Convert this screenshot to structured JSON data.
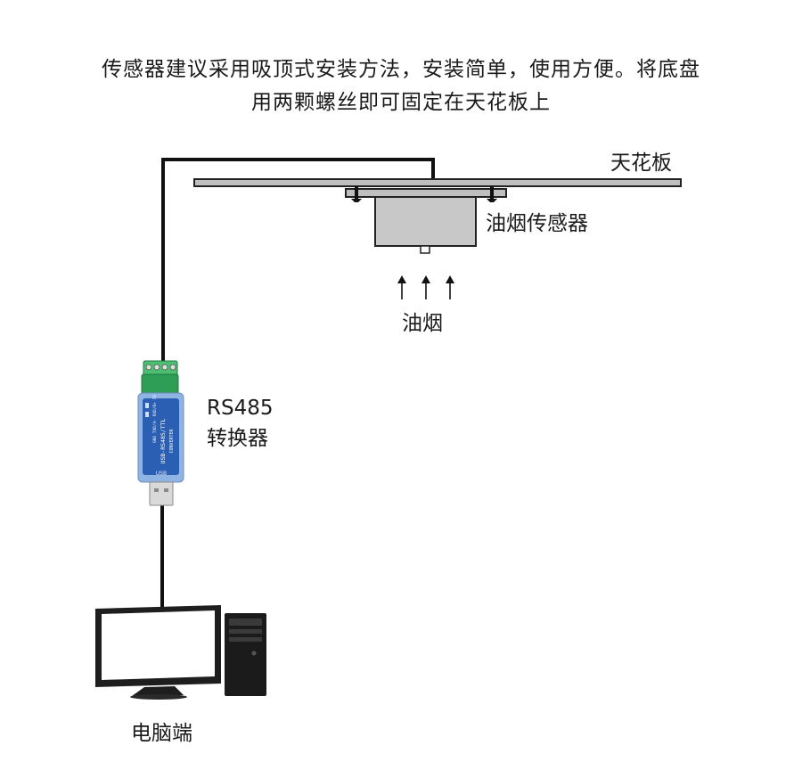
{
  "intro": {
    "line1": "传感器建议采用吸顶式安装方法，安装简单，使用方便。将底盘",
    "line2": "用两颗螺丝即可固定在天花板上"
  },
  "labels": {
    "ceiling": "天花板",
    "sensor": "油烟传感器",
    "smoke": "油烟",
    "converter_line1": "RS485",
    "converter_line2": "转换器",
    "computer": "电脑端"
  },
  "converter_print": {
    "model": "USB-RS485/TTL",
    "sub": "CONVERTER",
    "usb": "USB",
    "pins": "GND TXD/A- RXD/B+ 5V"
  },
  "colors": {
    "cable": "#111111",
    "ceiling_fill": "#bfbfbf",
    "sensor_fill": "#c8c8c8",
    "terminal_green": "#2e9e57",
    "converter_blue": "#2b5fb3"
  }
}
